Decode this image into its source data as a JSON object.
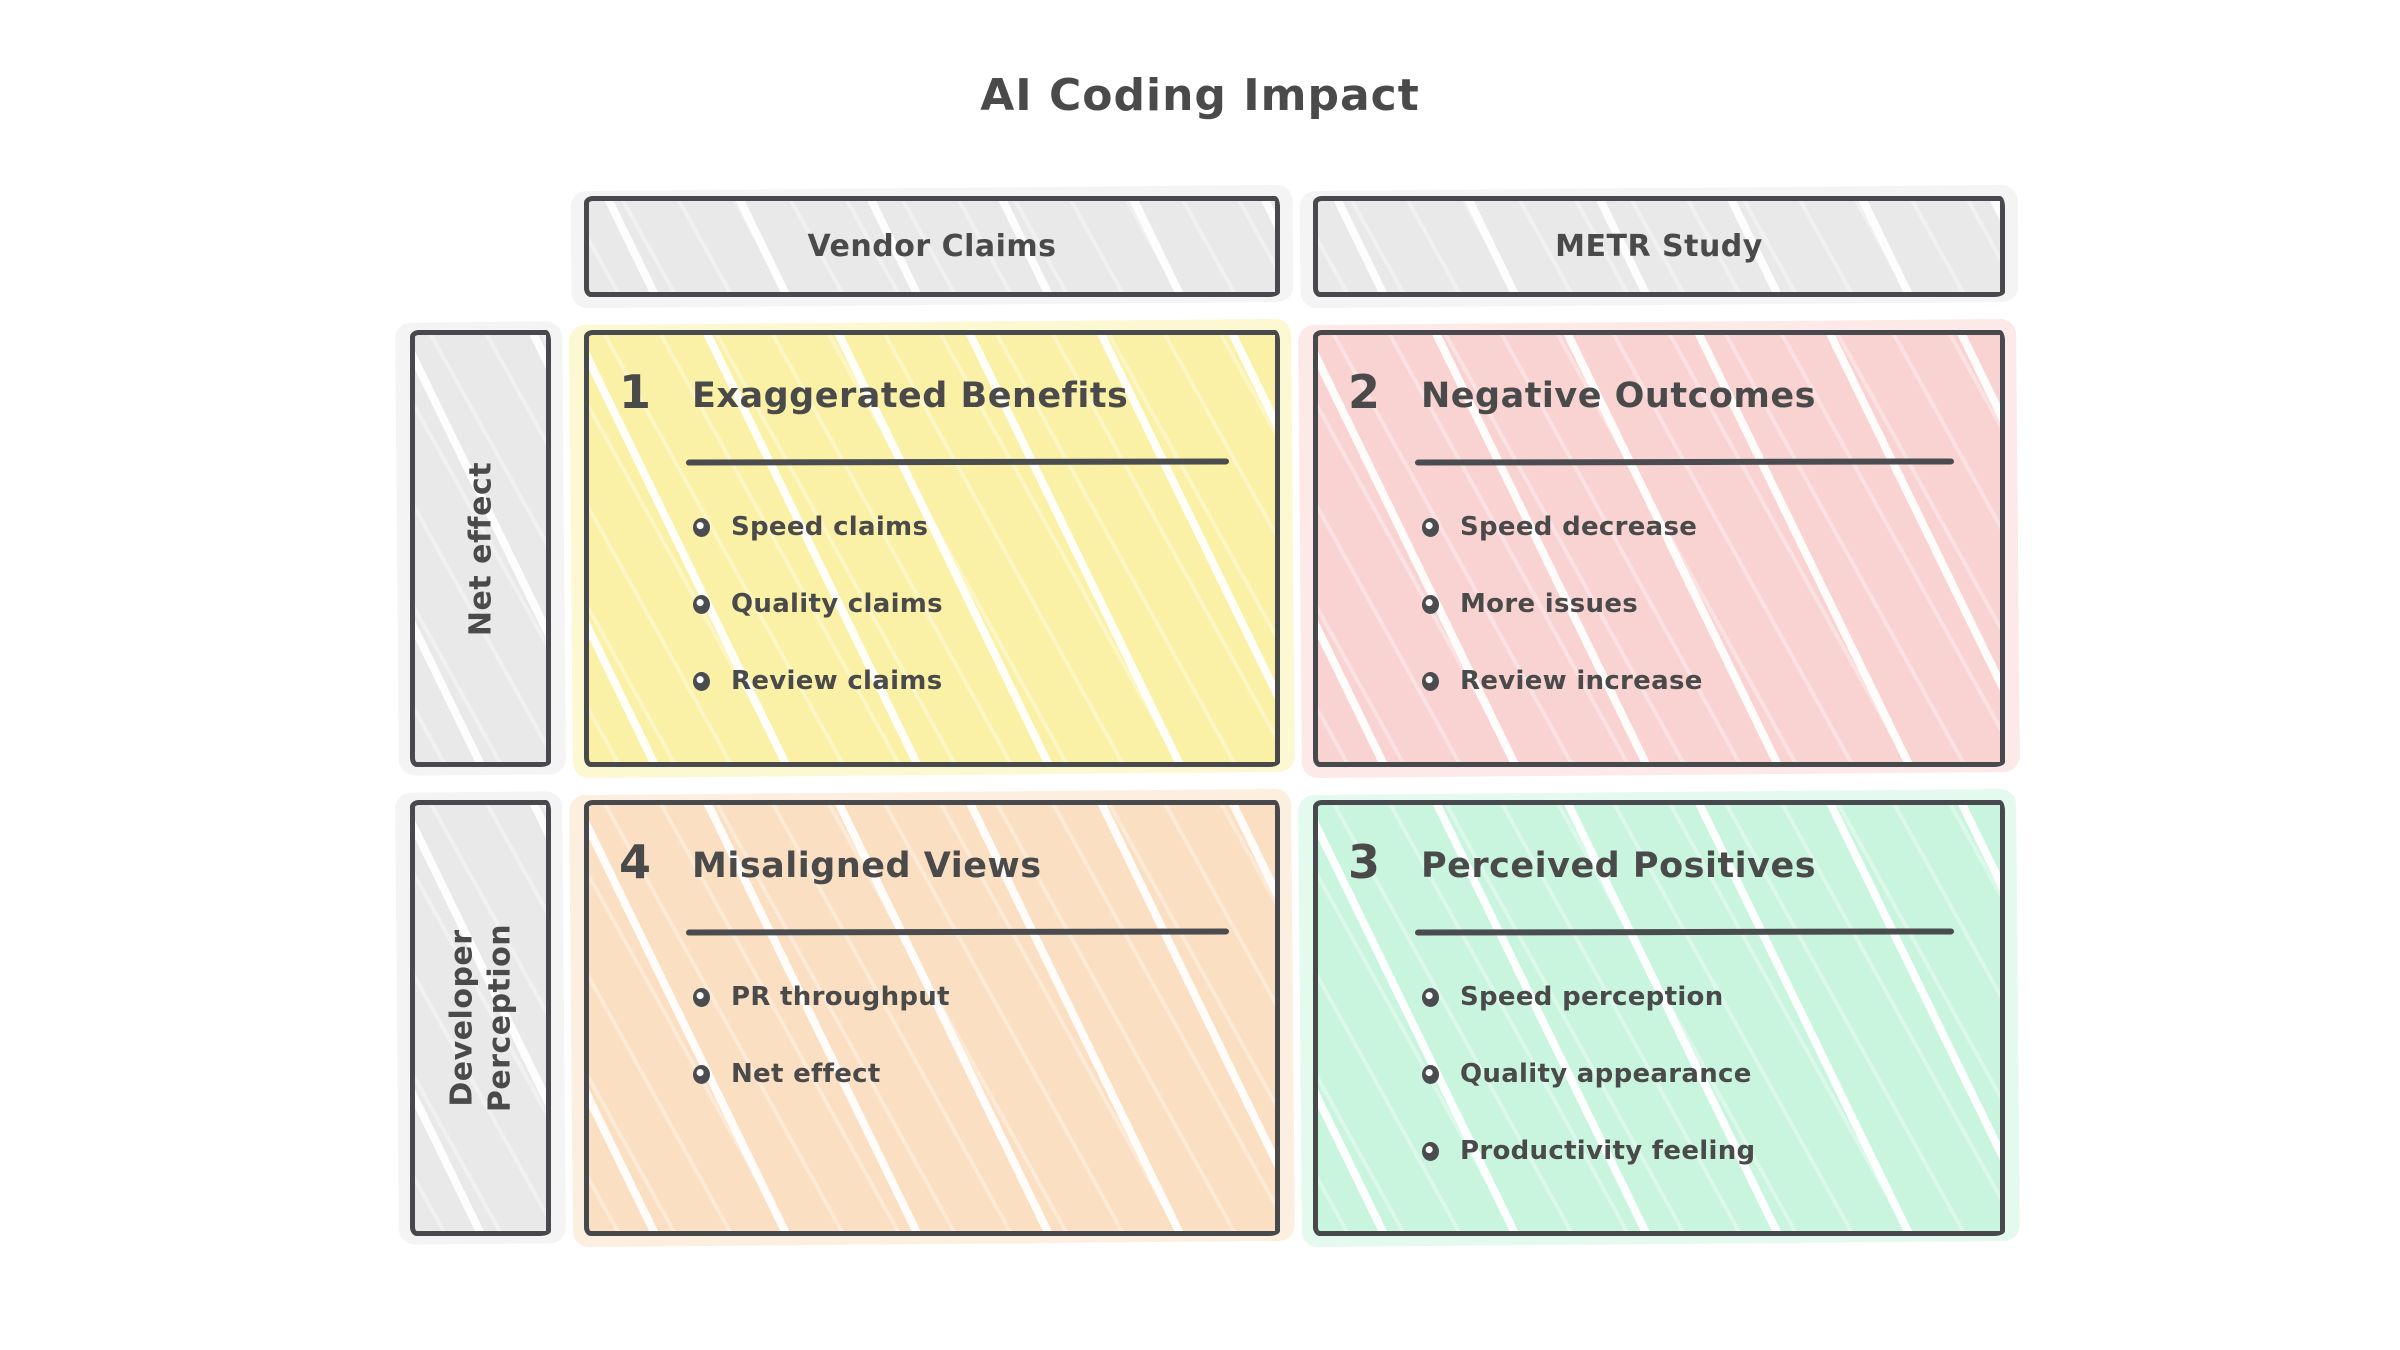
{
  "title": "AI Coding Impact",
  "column_headers": [
    {
      "label": "Vendor Claims"
    },
    {
      "label": "METR Study"
    }
  ],
  "row_headers": [
    {
      "label": "Net effect"
    },
    {
      "label": "Developer\nPerception"
    }
  ],
  "quadrants": [
    {
      "number": "1",
      "title": "Exaggerated Benefits",
      "fill": "#faf1a6",
      "bullets": [
        "Speed claims",
        "Quality claims",
        "Review claims"
      ]
    },
    {
      "number": "2",
      "title": "Negative Outcomes",
      "fill": "#f9d3d2",
      "bullets": [
        "Speed decrease",
        "More issues",
        "Review increase"
      ]
    },
    {
      "number": "4",
      "title": "Misaligned Views",
      "fill": "#fbdfc2",
      "bullets": [
        "PR throughput",
        "Net effect"
      ]
    },
    {
      "number": "3",
      "title": "Perceived Positives",
      "fill": "#c9f5de",
      "bullets": [
        "Speed perception",
        "Quality appearance",
        "Productivity feeling"
      ]
    }
  ],
  "colors": {
    "background": "#ffffff",
    "stroke": "#48494d",
    "text": "#4a4a4a",
    "header_fill": "#e9e9e9",
    "quadrant_yellow": "#faf1a6",
    "quadrant_pink": "#f9d3d2",
    "quadrant_orange": "#fbdfc2",
    "quadrant_green": "#c9f5de"
  }
}
